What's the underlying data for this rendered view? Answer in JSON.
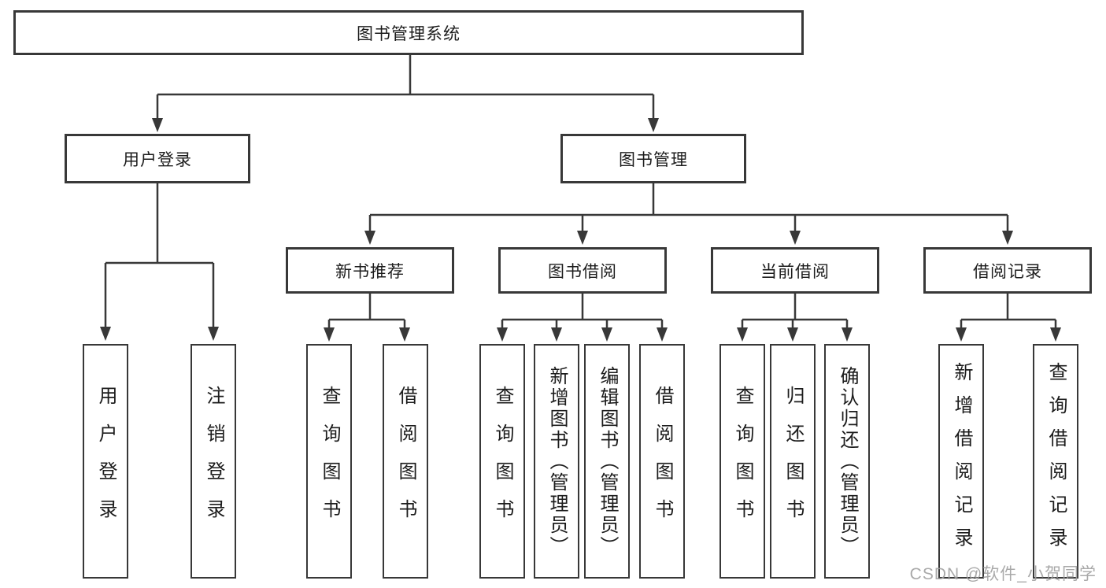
{
  "nodes": {
    "root": {
      "label": "图书管理系统"
    },
    "user_login": {
      "label": "用户登录"
    },
    "book_mgmt": {
      "label": "图书管理"
    },
    "new_book_rec": {
      "label": "新书推荐"
    },
    "book_borrow": {
      "label": "图书借阅"
    },
    "current_borrow": {
      "label": "当前借阅"
    },
    "borrow_records": {
      "label": "借阅记录"
    },
    "leaf_user_login": {
      "label": "用户登录"
    },
    "leaf_logout": {
      "label": "注销登录"
    },
    "leaf_query_book_1": {
      "label": "查询图书"
    },
    "leaf_borrow_book_1": {
      "label": "借阅图书"
    },
    "leaf_query_book_2": {
      "label": "查询图书"
    },
    "leaf_add_book": {
      "label": "新增图书（管理员）"
    },
    "leaf_edit_book": {
      "label": "编辑图书（管理员）"
    },
    "leaf_borrow_book_2": {
      "label": "借阅图书"
    },
    "leaf_query_book_3": {
      "label": "查询图书"
    },
    "leaf_return_book": {
      "label": "归还图书"
    },
    "leaf_confirm_return": {
      "label": "确认归还（管理员）"
    },
    "leaf_add_borrow_record": {
      "label": "新增借阅记录"
    },
    "leaf_query_borrow_record": {
      "label": "查询借阅记录"
    }
  },
  "watermark": "CSDN @软件_小贺同学",
  "colors": {
    "line": "#383838",
    "box_border": "#383838",
    "text": "#1c1c1c",
    "watermark": "#a0a0a0",
    "background": "#ffffff"
  }
}
